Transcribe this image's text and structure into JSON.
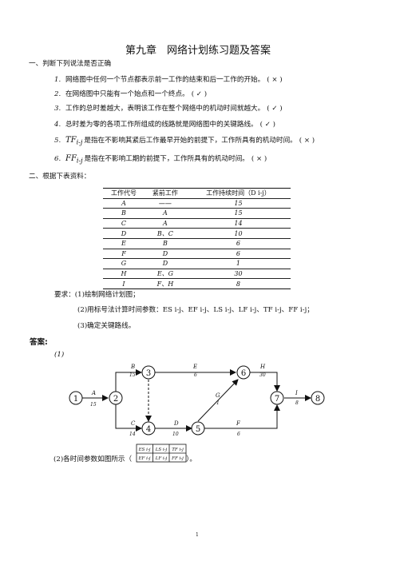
{
  "title": "第九章　网络计划练习题及答案",
  "section1": {
    "heading": "一、判断下列说法是否正确",
    "items": [
      {
        "num": "1.",
        "text": "网络图中任何一个节点都表示前一工作的结束和后一工作的开始。",
        "answer": "( × )"
      },
      {
        "num": "2.",
        "text": "在网络图中只能有一个始点和一个终点。",
        "answer": "( ✓ )"
      },
      {
        "num": "3.",
        "text": "工作的总时差越大，表明该工作在整个网络中的机动时间就越大。",
        "answer": "( ✓ )"
      },
      {
        "num": "4.",
        "text": "总时差为零的各项工作所组成的线路就是网络图中的关键路线。",
        "answer": "( ✓ )"
      },
      {
        "num": "5.",
        "var": "TF",
        "sub": "i-j",
        "text": "是指在不影响其紧后工作最早开始的前提下，工作所具有的机动时间。",
        "answer": "( × )"
      },
      {
        "num": "6.",
        "var": "FF",
        "sub": "i-j",
        "text": "是指在不影响工期的前提下，工作所具有的机动时间。",
        "answer": "( × )"
      }
    ]
  },
  "section2": {
    "heading": "二、根据下表资料：",
    "table": {
      "headers": [
        "工作代号",
        "紧前工作",
        "工作持续时间（D i-j）"
      ],
      "rows": [
        [
          "A",
          "——",
          "15"
        ],
        [
          "B",
          "A",
          "15"
        ],
        [
          "C",
          "A",
          "14"
        ],
        [
          "D",
          "B、C",
          "10"
        ],
        [
          "E",
          "B",
          "6"
        ],
        [
          "F",
          "D",
          "6"
        ],
        [
          "G",
          "D",
          "1"
        ],
        [
          "H",
          "E、G",
          "30"
        ],
        [
          "I",
          "F、H",
          "8"
        ]
      ]
    },
    "requirements": [
      "要求：(1)绘制网络计划图；",
      "(2)用标号法计算时间参数：ES i-j、EF i-j、LS i-j、LF i-j、TF i-j、FF i-j；",
      "(3)确定关键路线。"
    ]
  },
  "answer": {
    "heading": "答案:",
    "part1_label": "(1)",
    "network": {
      "nodes": [
        "1",
        "2",
        "3",
        "4",
        "5",
        "6",
        "7",
        "8"
      ],
      "activities": [
        {
          "name": "A",
          "duration": "15"
        },
        {
          "name": "B",
          "duration": "15"
        },
        {
          "name": "C",
          "duration": "14"
        },
        {
          "name": "D",
          "duration": "10"
        },
        {
          "name": "E",
          "duration": "6"
        },
        {
          "name": "F",
          "duration": "6"
        },
        {
          "name": "G",
          "duration": "1"
        },
        {
          "name": "H",
          "duration": "30"
        },
        {
          "name": "I",
          "duration": "8"
        }
      ]
    },
    "part2_text": "(2)各时间参数如图所示（",
    "part2_end": "）。",
    "legend": {
      "row1": [
        "ES i-j",
        "LS i-j",
        "TF i-j"
      ],
      "row2": [
        "EF i-j",
        "LF i-j",
        "FF i-j"
      ]
    }
  },
  "page_number": "1"
}
